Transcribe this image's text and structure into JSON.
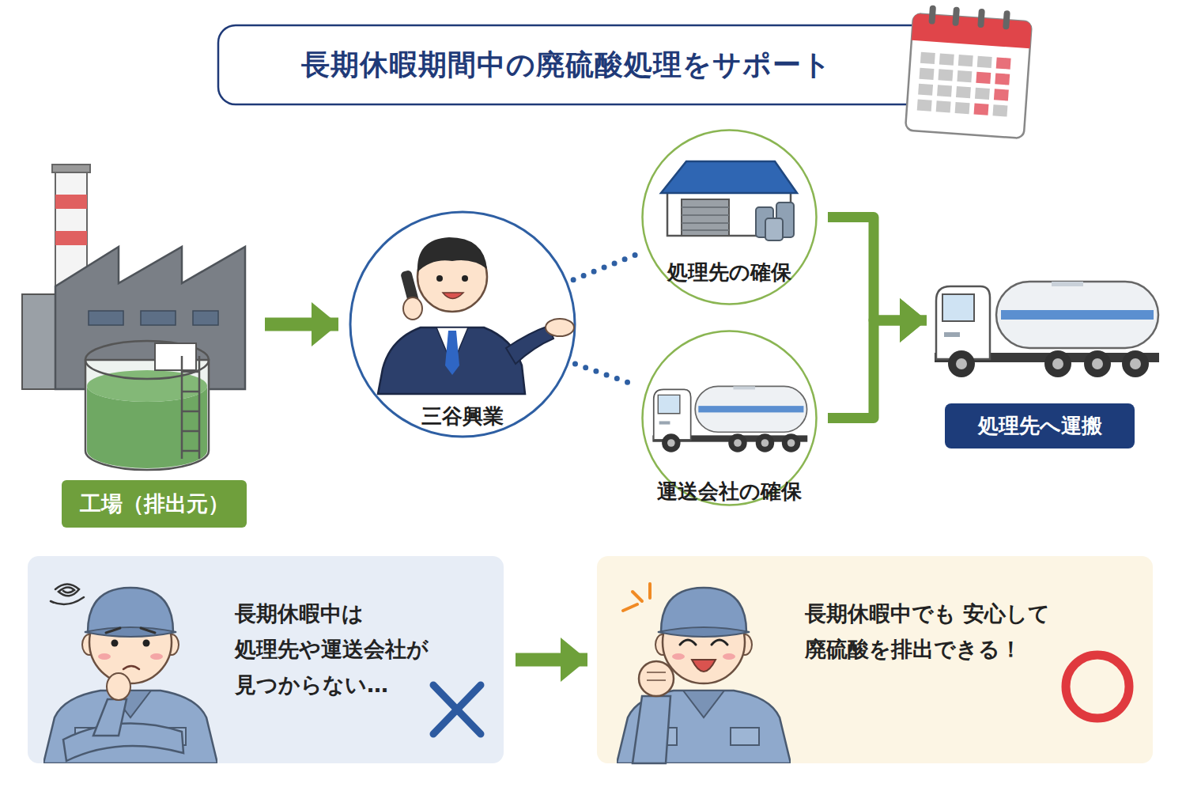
{
  "diagram": {
    "title": "長期休暇期間中の廃硫酸処理をサポート",
    "nodes": [
      {
        "text": [
          "工場（排出元）"
        ]
      },
      {
        "text": [
          "三谷興業"
        ]
      },
      {
        "text": [
          "処理先の確保"
        ]
      },
      {
        "text": [
          "運送会社の確保"
        ]
      },
      {
        "text": [
          "処理先へ運搬"
        ]
      },
      {
        "text": [
          "長期休暇中は 処理先や運送会社が 見つからない…"
        ]
      },
      {
        "text": [
          "長期休暇中でも 安心して 廃硫酸を排出できる！"
        ]
      }
    ],
    "edges": [
      {
        "from": 0,
        "to": 1,
        "arrow": "to"
      },
      {
        "from": 1,
        "to": 2,
        "arrow": "none"
      },
      {
        "from": 1,
        "to": 3,
        "arrow": "none"
      },
      {
        "from": 2,
        "to": 4,
        "arrow": "to"
      },
      {
        "from": 3,
        "to": 4,
        "arrow": "to"
      },
      {
        "from": 5,
        "to": 6,
        "arrow": "to"
      }
    ]
  }
}
